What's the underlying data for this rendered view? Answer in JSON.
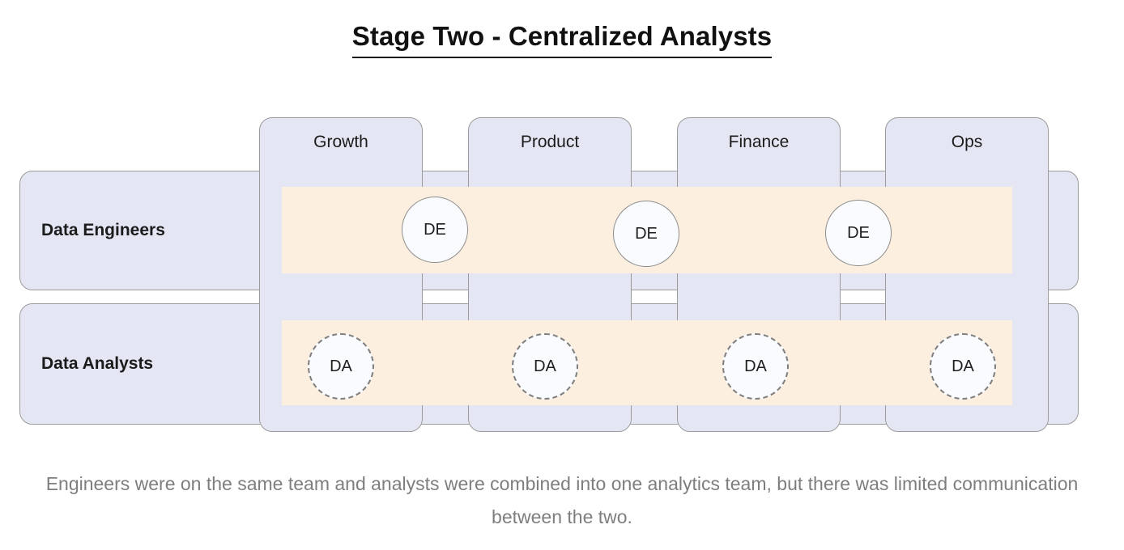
{
  "title": "Stage Two - Centralized Analysts",
  "caption": "Engineers were on the same team and analysts were combined into one analytics team, but there was limited communication between the two.",
  "colors": {
    "box_fill": "#e4e7f3",
    "box_border": "#9b9b9b",
    "band_fill": "#fcefdf",
    "node_fill": "#fafbfe",
    "node_border_solid": "#8d8d8d",
    "node_border_dashed": "#7e7e7e",
    "title_color": "#111111",
    "caption_color": "#7e7e7e",
    "background": "#ffffff"
  },
  "columns": [
    {
      "label": "Growth"
    },
    {
      "label": "Product"
    },
    {
      "label": "Finance"
    },
    {
      "label": "Ops"
    }
  ],
  "rows": [
    {
      "label": "Data Engineers",
      "role": "DE"
    },
    {
      "label": "Data Analysts",
      "role": "DA"
    }
  ],
  "nodes": {
    "data_engineers": [
      {
        "label": "DE",
        "column": "Growth",
        "style": "solid"
      },
      {
        "label": "DE",
        "column": "Product",
        "style": "solid"
      },
      {
        "label": "DE",
        "column": "Finance",
        "style": "solid"
      }
    ],
    "data_analysts": [
      {
        "label": "DA",
        "column": "Growth",
        "style": "dashed"
      },
      {
        "label": "DA",
        "column": "Product",
        "style": "dashed"
      },
      {
        "label": "DA",
        "column": "Finance",
        "style": "dashed"
      },
      {
        "label": "DA",
        "column": "Ops",
        "style": "dashed"
      }
    ]
  }
}
